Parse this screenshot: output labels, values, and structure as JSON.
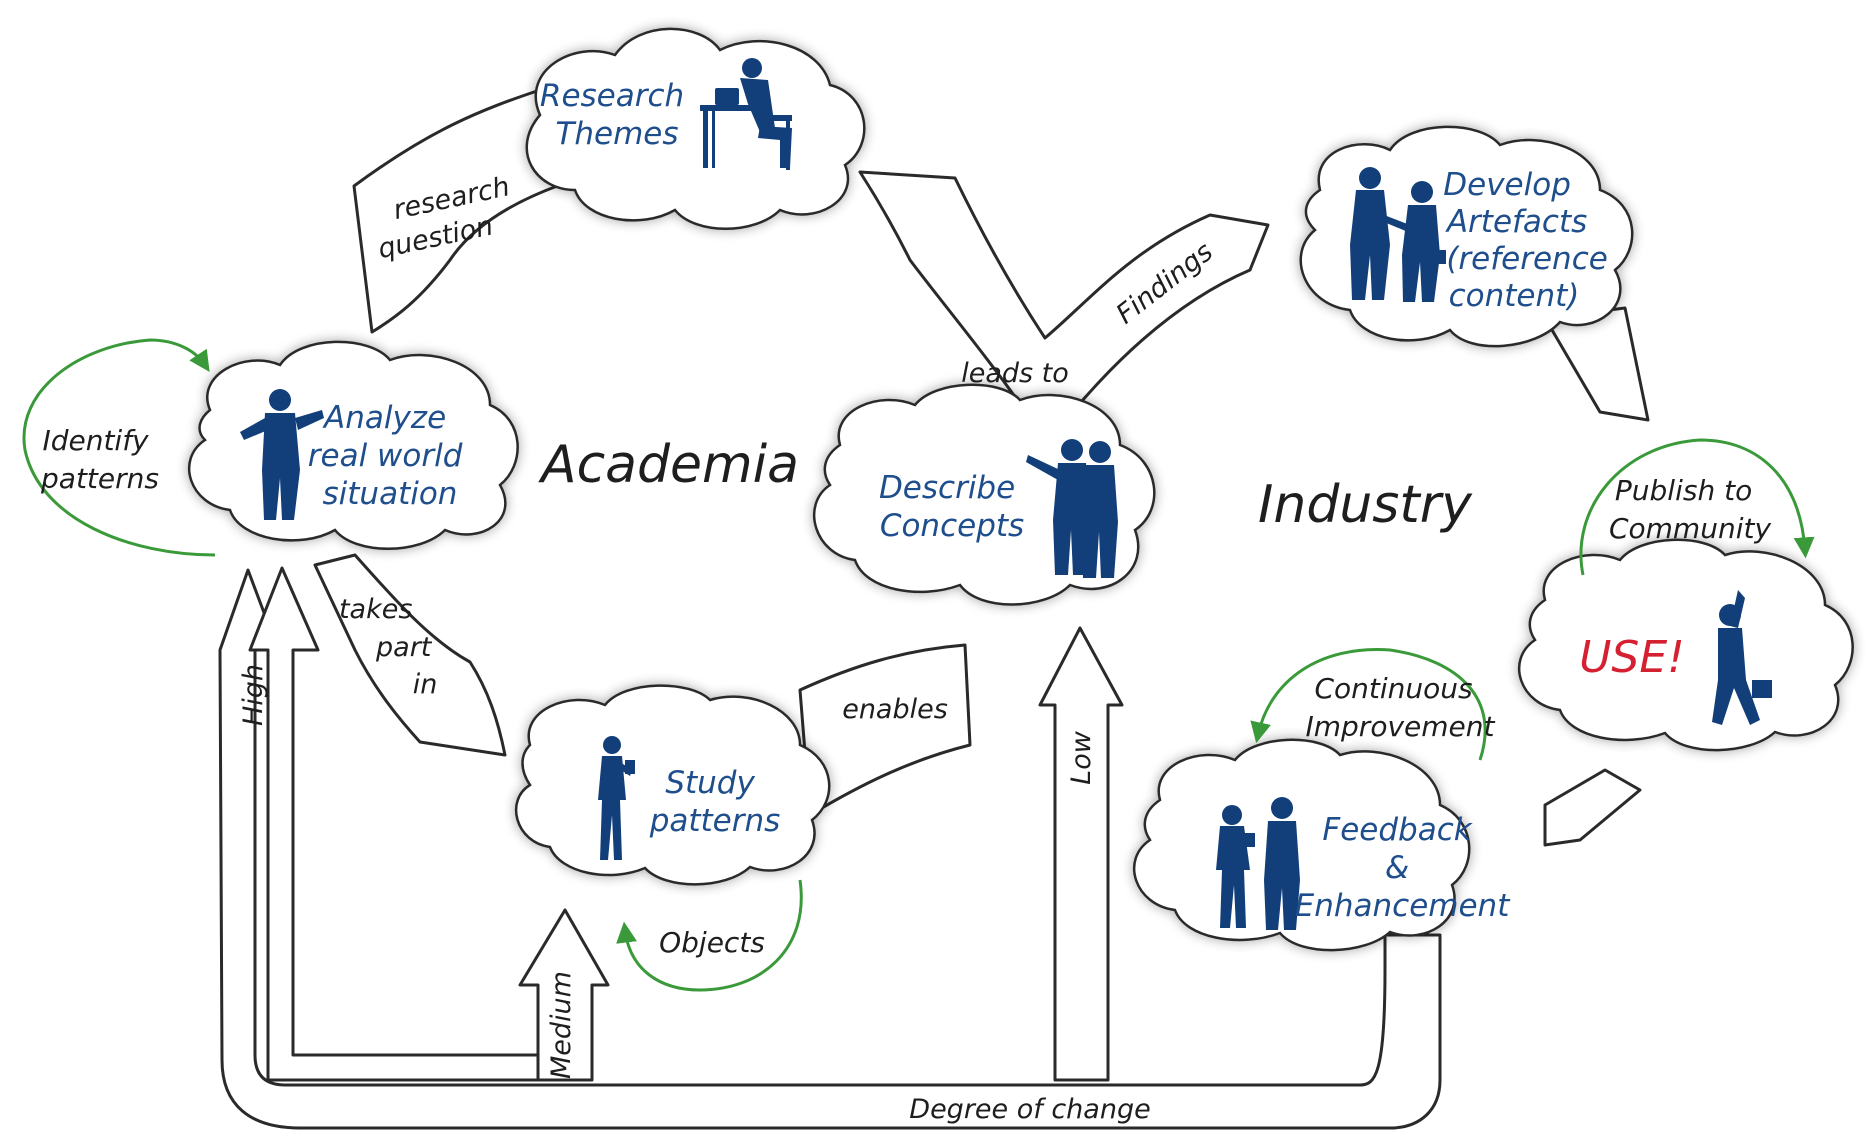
{
  "nodes": {
    "research_themes": [
      "Research",
      "Themes"
    ],
    "develop_artefacts": [
      "Develop",
      "Artefacts",
      "(reference",
      "content)"
    ],
    "analyze": [
      "Analyze",
      "real world",
      "situation"
    ],
    "describe_concepts": [
      "Describe",
      "Concepts"
    ],
    "study_patterns": [
      "Study",
      "patterns"
    ],
    "feedback": [
      "Feedback",
      "&",
      "Enhancement"
    ],
    "use": "USE!"
  },
  "regions": {
    "academia": "Academia",
    "industry": "Industry"
  },
  "connectors": {
    "research_question": [
      "research",
      "question"
    ],
    "findings": "Findings",
    "leads_to": "leads to",
    "takes_part_in": [
      "takes",
      "part",
      "in"
    ],
    "enables": "enables",
    "degree_of_change": "Degree of change",
    "high": "High",
    "medium": "Medium",
    "low": "Low"
  },
  "cycles": {
    "identify_patterns": [
      "Identify",
      "patterns"
    ],
    "publish": [
      "Publish to",
      "Community"
    ],
    "continuous": [
      "Continuous",
      "Improvement"
    ],
    "objects": "Objects"
  },
  "colors": {
    "node_text": "#1f4e8c",
    "silhouette": "#123f7a",
    "use_text": "#d42030",
    "cycle_arrow": "#3a9a3a",
    "outline": "#2a2a2a"
  },
  "icons": [
    "woman-at-desk-icon",
    "handshake-icon",
    "presenting-man-icon",
    "two-men-pointing-icon",
    "woman-with-tablet-icon",
    "two-people-talking-icon",
    "jumping-businessman-icon"
  ]
}
